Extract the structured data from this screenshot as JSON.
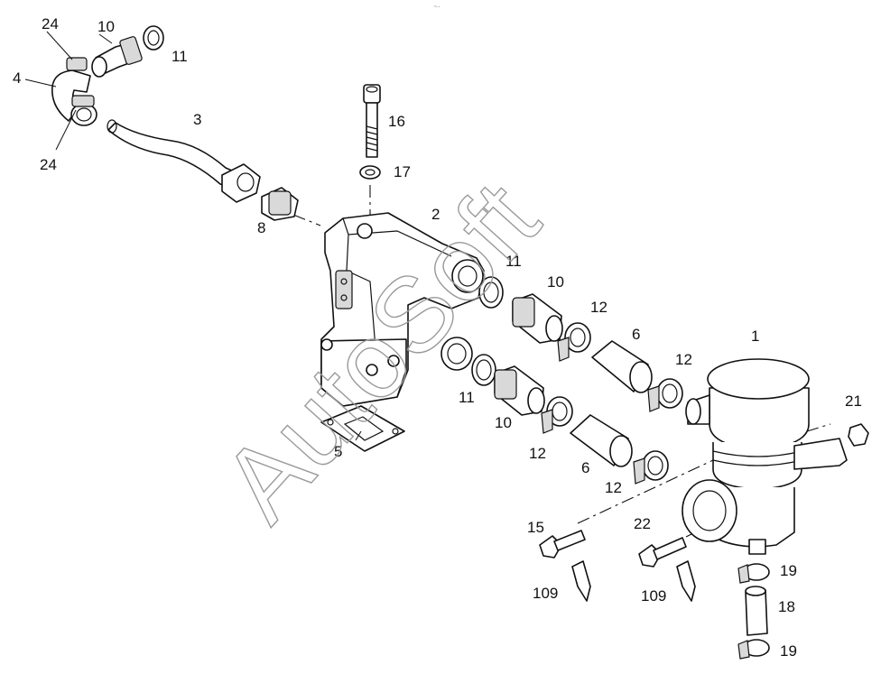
{
  "watermark": "AutoSoft",
  "header_mark": "~·",
  "callouts": {
    "c1": "1",
    "c2": "2",
    "c3": "3",
    "c4": "4",
    "c5": "5",
    "c6a": "6",
    "c6b": "6",
    "c8": "8",
    "c10a": "10",
    "c10b": "10",
    "c10c": "10",
    "c11a": "11",
    "c11b": "11",
    "c11c": "11",
    "c12a": "12",
    "c12b": "12",
    "c12c": "12",
    "c12d": "12",
    "c15": "15",
    "c16": "16",
    "c17": "17",
    "c18": "18",
    "c19a": "19",
    "c19b": "19",
    "c21": "21",
    "c22": "22",
    "c24a": "24",
    "c24b": "24",
    "c109a": "109",
    "c109b": "109"
  }
}
